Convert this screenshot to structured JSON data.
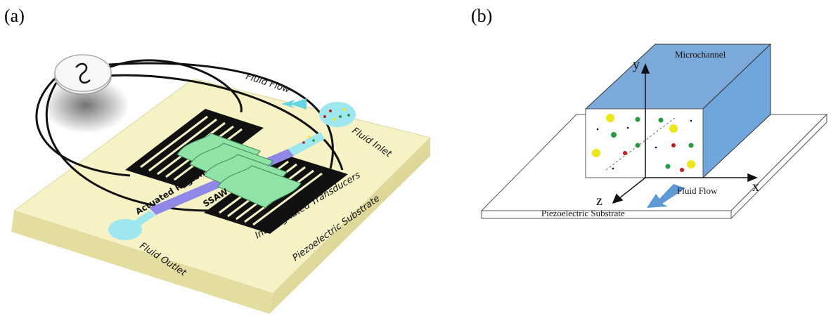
{
  "panels": {
    "a": "(a)",
    "b": "(b)"
  },
  "panel_a": {
    "fluid_flow": "Fluid Flow",
    "fluid_inlet": "Fluid Inlet",
    "actuated_region": "Actuated Region",
    "ssaw": "SSAW",
    "interdigitated_transducers": "Interdigitated Transducers",
    "piezoelectric_substrate": "Piezoelectric Substrate",
    "fluid_outlet": "Fluid Outlet",
    "source_symbol": "ac-signal-icon"
  },
  "panel_b": {
    "microchannel": "Microchannel",
    "axis_x": "x",
    "axis_y": "y",
    "axis_z": "z",
    "fluid_flow": "Fluid Flow",
    "piezoelectric_substrate": "Piezoelectric Substrate"
  },
  "colors": {
    "substrate_top": "#f6f2c6",
    "channel_blue": "#6fa6dc",
    "wave_green": "#8fe3a6",
    "channel_purple": "#8f88e6",
    "inlet_cyan": "#9fe7ef",
    "particle_yellow": "#ece61a",
    "particle_green": "#2a9a3e",
    "particle_red": "#c81818"
  }
}
